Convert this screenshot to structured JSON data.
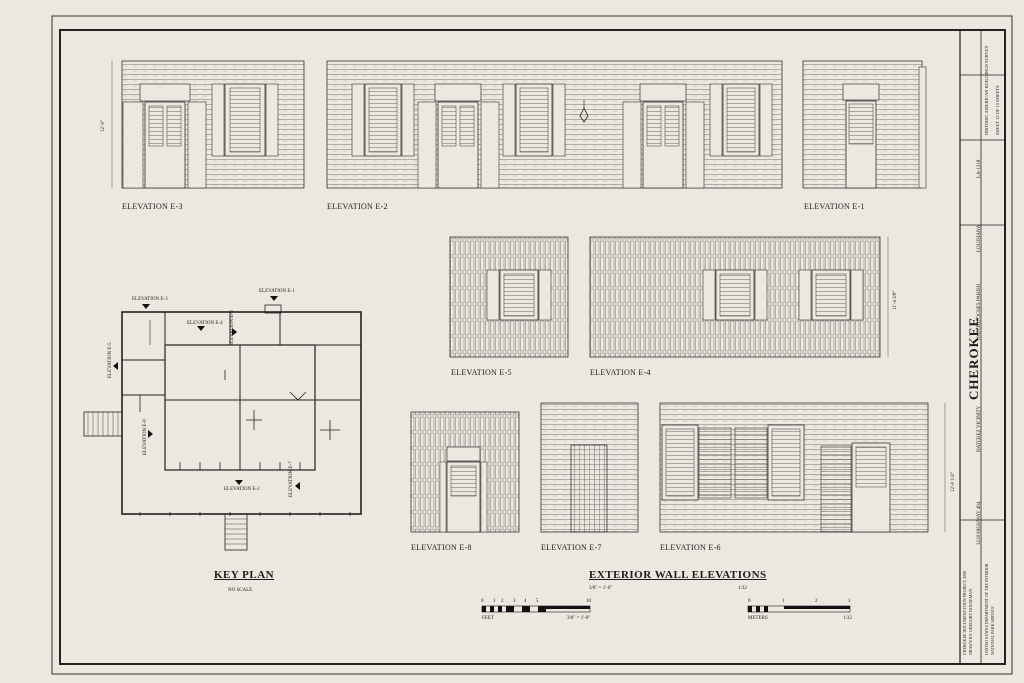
{
  "title_block": {
    "project": "CHEROKEE",
    "location_1": "NATCHEZ VICINITY",
    "location_2": "NATCHITOCHES PARISH",
    "location_3": "3218 HIGHWAY 494",
    "state": "LOUISIANA",
    "survey_number": "LA-1318",
    "survey_name": "HISTORIC AMERICAN BUILDINGS SURVEY",
    "sheet_info": "SHEET 12 OF 15 SHEETS",
    "agency_1": "UNITED STATES DEPARTMENT OF THE INTERIOR",
    "agency_2": "NATIONAL PARK SERVICE",
    "project_credit": "CHEROKEE DOCUMENTATION PROJECT, 2006",
    "drawn_by": "DRAWN BY: GREGORY HOLDEMAN"
  },
  "elevations": {
    "e1": "ELEVATION E-1",
    "e2": "ELEVATION E-2",
    "e3": "ELEVATION E-3",
    "e4": "ELEVATION E-4",
    "e5": "ELEVATION E-5",
    "e6": "ELEVATION E-6",
    "e7": "ELEVATION E-7",
    "e8": "ELEVATION E-8"
  },
  "dimensions": {
    "e3_height": "12'-0\"",
    "e4_height": "11'-4 3/8\"",
    "e6_height": "12'-0 1/4\""
  },
  "key_plan": {
    "title": "KEY PLAN",
    "scale_note": "NO SCALE",
    "tags": [
      "ELEVATION E-1",
      "ELEVATION E-2",
      "ELEVATION E-3",
      "ELEVATION E-4",
      "ELEVATION E-5",
      "ELEVATION E-6",
      "ELEVATION E-7",
      "ELEVATION E-8"
    ]
  },
  "section_title": "EXTERIOR WALL ELEVATIONS",
  "scales": {
    "imperial_label": "FEET",
    "imperial_ratio": "3/8\" = 1'-0\"",
    "imperial_ticks": [
      "0",
      "1",
      "2",
      "3",
      "4",
      "5",
      "10"
    ],
    "metric_label": "METERS",
    "metric_ratio": "1:32",
    "metric_ticks": [
      "0",
      "1",
      "2",
      "3"
    ]
  },
  "colors": {
    "paper": "#ece8df",
    "ink": "#1c1c1c"
  }
}
